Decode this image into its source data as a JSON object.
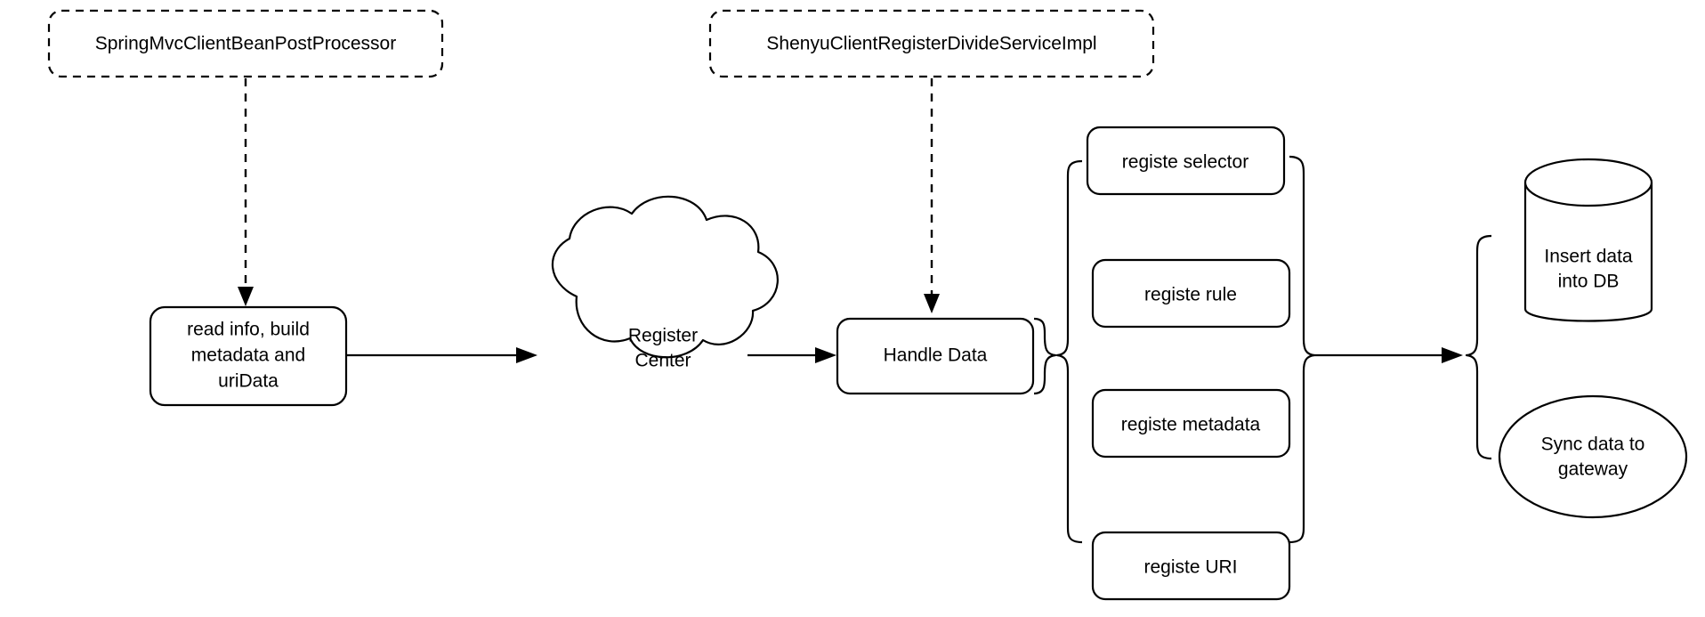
{
  "diagram": {
    "title": "Shenyu client registration flow",
    "background_color": "#ffffff",
    "stroke_color": "#000000",
    "nodes": {
      "annotation_left": {
        "label": "SpringMvcClientBeanPostProcessor",
        "shape": "dashed-rounded-rectangle"
      },
      "annotation_right": {
        "label": "ShenyuClientRegisterDivideServiceImpl",
        "shape": "dashed-rounded-rectangle"
      },
      "read_info": {
        "line1": "read info, build",
        "line2": "metadata and",
        "line3": "uriData",
        "shape": "rounded-rectangle"
      },
      "register_center": {
        "line1": "Register",
        "line2": "Center",
        "shape": "cloud"
      },
      "handle_data": {
        "label": "Handle Data",
        "shape": "rounded-rectangle"
      },
      "registe_selector": {
        "label": "registe selector",
        "shape": "rounded-rectangle"
      },
      "registe_rule": {
        "label": "registe rule",
        "shape": "rounded-rectangle"
      },
      "registe_metadata": {
        "label": "registe metadata",
        "shape": "rounded-rectangle"
      },
      "registe_uri": {
        "label": "registe URI",
        "shape": "rounded-rectangle"
      },
      "insert_db": {
        "line1": "Insert data",
        "line2": "into DB",
        "shape": "cylinder"
      },
      "sync_gateway": {
        "line1": "Sync data to",
        "line2": "gateway",
        "shape": "ellipse"
      }
    },
    "edges": [
      {
        "name": "annotation-left-to-read-info",
        "style": "dashed",
        "direction": "down"
      },
      {
        "name": "read-info-to-register-center",
        "style": "solid",
        "direction": "right"
      },
      {
        "name": "register-center-to-handle-data",
        "style": "solid",
        "direction": "right"
      },
      {
        "name": "annotation-right-to-handle-data",
        "style": "dashed",
        "direction": "down"
      },
      {
        "name": "registe-group-to-outputs",
        "style": "solid",
        "direction": "right"
      }
    ],
    "brackets": [
      {
        "name": "handle-data-fanout-bracket",
        "orientation": "open-right"
      },
      {
        "name": "registe-group-left-bracket",
        "orientation": "open-right"
      },
      {
        "name": "registe-group-right-bracket",
        "orientation": "open-left"
      },
      {
        "name": "outputs-left-bracket",
        "orientation": "open-right"
      }
    ]
  }
}
